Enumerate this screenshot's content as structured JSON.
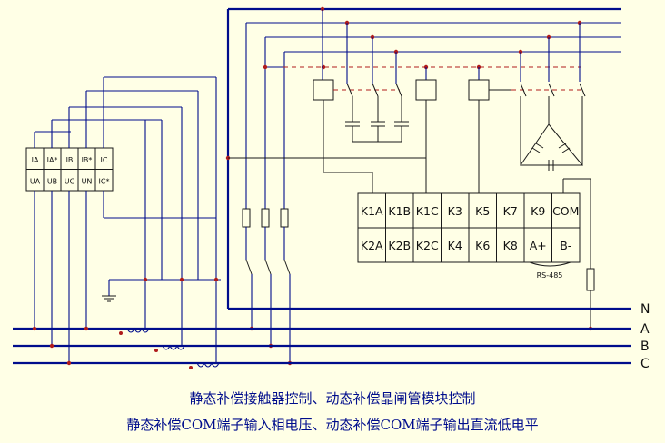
{
  "buses": [
    "N",
    "A",
    "B",
    "C"
  ],
  "ct_rows": [
    [
      "IA",
      "IA*",
      "IB",
      "IB*",
      "IC"
    ],
    [
      "UA",
      "UB",
      "UC",
      "UN",
      "IC*"
    ]
  ],
  "terminals": [
    [
      "K1A",
      "K1B",
      "K1C",
      "K3",
      "K5",
      "K7",
      "K9",
      "COM"
    ],
    [
      "K2A",
      "K2B",
      "K2C",
      "K4",
      "K6",
      "K8",
      "A+",
      "B-"
    ]
  ],
  "rs485": "RS-485",
  "caption": [
    "静态补偿接触器控制、动态补偿晶闸管模块控制",
    "静态补偿COM端子输入相电压、动态补偿COM端子输出直流低电平"
  ],
  "colors": {
    "wire": "#000d8c",
    "junction": "#b01c1c",
    "background": "#ffffe6"
  }
}
